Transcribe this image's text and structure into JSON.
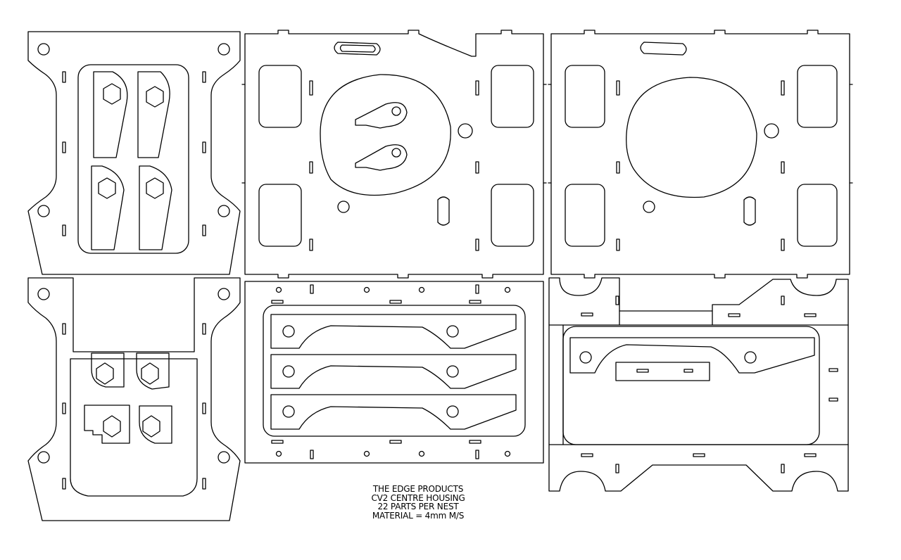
{
  "title_block": {
    "line1": "THE EDGE PRODUCTS",
    "line2": "CV2 CENTRE HOUSING",
    "line3": "22 PARTS PER NEST",
    "line4": "MATERIAL = 4mm M/S"
  },
  "colors": {
    "line": "#000000",
    "background": "#ffffff"
  }
}
